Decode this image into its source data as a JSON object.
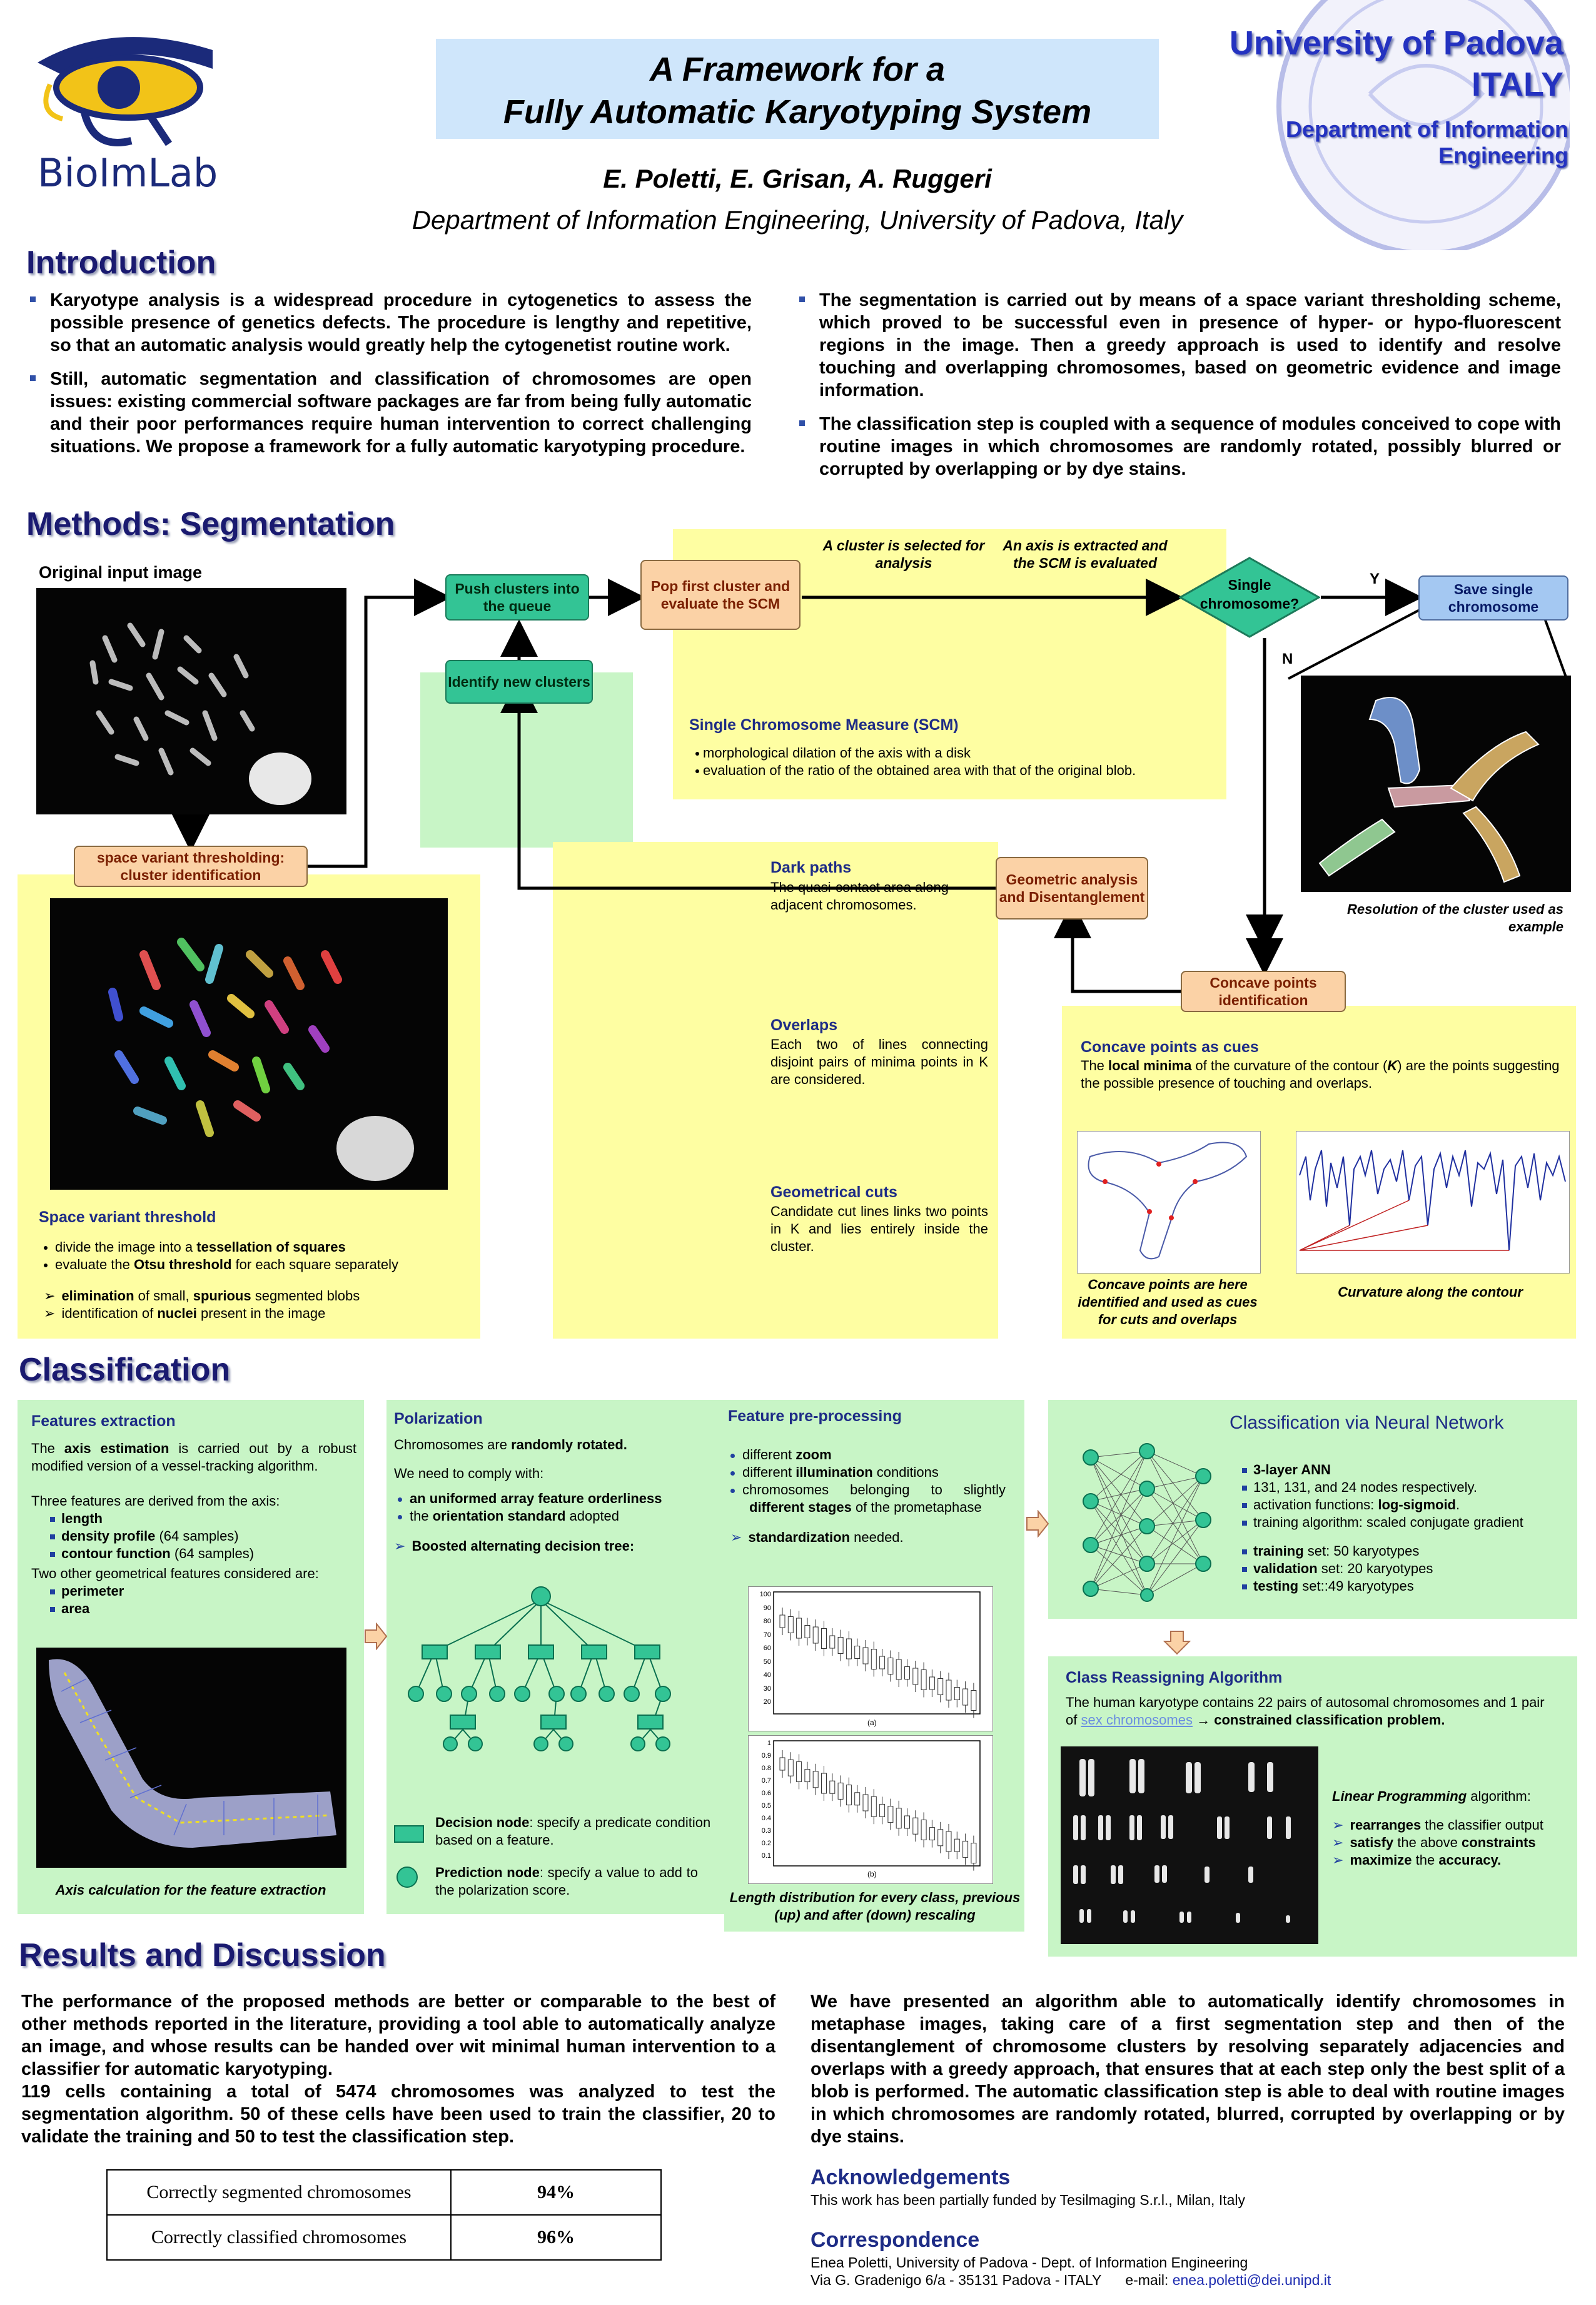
{
  "header": {
    "logo_text": "BioImLab",
    "title_line1": "A Framework for a",
    "title_line2": "Fully Automatic Karyotyping System",
    "authors": "E. Poletti, E. Grisan, A. Ruggeri",
    "affiliation": "Department of Information Engineering, University of Padova, Italy",
    "univ_line1": "University of Padova",
    "univ_line2": "ITALY",
    "univ_dept": "Department of Information Engineering"
  },
  "intro": {
    "title": "Introduction",
    "left": [
      "Karyotype analysis is a widespread procedure in cytogenetics to assess the possible presence of genetics defects. The procedure is lengthy and repetitive, so that an automatic analysis would greatly help the cytogenetist routine work.",
      "Still, automatic segmentation and classification of chromosomes are open issues: existing commercial software packages are far from being fully automatic and their poor performances require human intervention to correct challenging situations. We propose a framework for a fully automatic karyotyping procedure."
    ],
    "right": [
      "The segmentation is carried out by means of a space variant thresholding scheme, which proved to be successful even in presence of hyper- or hypo-fluorescent regions in the image. Then a greedy approach is used to identify and resolve touching and overlapping chromosomes, based on geometric evidence and image information.",
      "The classification step is coupled with a sequence of modules conceived to cope with routine images in which chromosomes are randomly rotated, possibly blurred or corrupted by overlapping or by dye stains."
    ]
  },
  "seg": {
    "title": "Methods: Segmentation",
    "orig_label": "Original input image",
    "svt_box": "space variant thresholding: cluster identification",
    "push_box": "Push clusters into the queue",
    "identify_box": "Identify new clusters",
    "pop_box": "Pop first cluster and evaluate the SCM",
    "note_cluster": "A cluster is selected for analysis",
    "note_axis": "An axis is extracted and the SCM  is evaluated",
    "single_q": "Single chromosome?",
    "yes": "Y",
    "no": "N",
    "save_box": "Save single chromosome",
    "scm_title": "Single Chromosome Measure (SCM)",
    "scm_items": [
      "morphological dilation of the axis with a disk",
      "evaluation of the ratio of the obtained area with that of the original blob."
    ],
    "resolution_cap": "Resolution of the cluster used as example",
    "geo_box": "Geometric analysis and Disentanglement",
    "concave_box": "Concave points identification",
    "dark_title": "Dark paths",
    "dark_text": "The quasi-contact area along adjacent chromosomes.",
    "overlaps_title": "Overlaps",
    "overlaps_text": "Each two of lines connecting disjoint pairs of minima points in K are considered.",
    "cuts_title": "Geometrical cuts",
    "cuts_text": "Candidate cut lines links two points in K and lies entirely inside the cluster.",
    "cues_title": "Concave points as cues",
    "cues_text_a": "The ",
    "cues_text_b": "local minima",
    "cues_text_c": " of the curvature of the contour (",
    "cues_text_d": "K",
    "cues_text_e": ") are the points suggesting the possible presence of touching and overlaps.",
    "concave_cap": "Concave points are here identified and used as cues for cuts and overlaps",
    "curv_cap": "Curvature along the contour",
    "svt_title": "Space variant threshold",
    "svt_item1a": "divide the image into a ",
    "svt_item1b": "tessellation of squares",
    "svt_item2a": "evaluate the ",
    "svt_item2b": "Otsu threshold",
    "svt_item2c": " for each square separately",
    "svt_item3a": "elimination",
    "svt_item3b": " of small, ",
    "svt_item3c": "spurious",
    "svt_item3d": " segmented blobs",
    "svt_item4a": "identification of ",
    "svt_item4b": "nuclei",
    "svt_item4c": " present in the image"
  },
  "cls": {
    "title": "Classification",
    "feat_title": "Features extraction",
    "feat_p1a": "The ",
    "feat_p1b": "axis estimation",
    "feat_p1c": " is carried out by a robust modified version of a vessel-tracking algorithm.",
    "feat_p2": "Three features are derived from the axis:",
    "feat_items": [
      {
        "b": "length",
        "r": ""
      },
      {
        "b": "density profile",
        "r": " (64 samples)"
      },
      {
        "b": "contour function",
        "r": " (64 samples)"
      }
    ],
    "feat_p3": "Two other geometrical features considered are:",
    "feat_items2": [
      "perimeter",
      "area"
    ],
    "axis_cap": "Axis calculation for the feature extraction",
    "pol_title": "Polarization",
    "pol_p1a": "Chromosomes are ",
    "pol_p1b": "randomly rotated.",
    "pol_p2": "We need  to comply with:",
    "pol_items": [
      {
        "a": "",
        "b": "an uniformed array feature orderliness"
      },
      {
        "a": "the ",
        "b": "orientation standard",
        "c": " adopted"
      }
    ],
    "pol_tree": "Boosted alternating decision tree:",
    "dec_node_a": "Decision node",
    "dec_node_b": ": specify a predicate condition based on a feature.",
    "pred_node_a": "Prediction node",
    "pred_node_b": ": specify a value to add to the polarization score.",
    "pre_title": "Feature pre-processing",
    "pre_items": [
      {
        "a": "different ",
        "b": "zoom",
        "c": ""
      },
      {
        "a": "different ",
        "b": "illumination",
        "c": " conditions"
      },
      {
        "a": "chromosomes belonging to slightly ",
        "b": "different stages",
        "c": " of the prometaphase"
      }
    ],
    "pre_std_a": "standardization",
    "pre_std_b": " needed.",
    "len_cap": "Length distribution for every class, previous (up) and after (down) rescaling",
    "nn_title": "Classification via Neural Network",
    "nn_items": [
      {
        "b": "3-layer ANN",
        "r": ""
      },
      {
        "b": "",
        "r": "131, 131, and 24 nodes respectively."
      },
      {
        "b": "",
        "r": "activation functions: ",
        "b2": "log-sigmoid",
        "r2": "."
      },
      {
        "b": "",
        "r": "training algorithm: scaled conjugate gradient"
      }
    ],
    "nn_sets": [
      {
        "b": "training",
        "r": " set: 50 karyotypes"
      },
      {
        "b": "validation",
        "r": " set: 20 karyotypes"
      },
      {
        "b": "testing",
        "r": " set::49 karyotypes"
      }
    ],
    "cra_title": "Class Reassigning Algorithm",
    "cra_p1": "The human karyotype contains 22 pairs of autosomal chromosomes and 1 pair of ",
    "cra_link": "sex chromosomes",
    "cra_p2": " → ",
    "cra_p3": "constrained classification problem.",
    "lp_a": "Linear Programming",
    "lp_b": " algorithm:",
    "lp_items": [
      {
        "b": "rearranges",
        "r": " the classifier output"
      },
      {
        "b": "satisfy",
        "r": " the above ",
        "b2": "constraints"
      },
      {
        "b": "maximize",
        "r": " the ",
        "b2": "accuracy."
      }
    ],
    "ax1_ticks": [
      "100",
      "90",
      "80",
      "70",
      "60",
      "50",
      "40",
      "30",
      "20"
    ],
    "ax2_ticks": [
      "1",
      "0.9",
      "0.8",
      "0.7",
      "0.6",
      "0.5",
      "0.4",
      "0.3",
      "0.2",
      "0.1"
    ],
    "ax_xlabel": "(a)",
    "ax_xlabel2": "(b)"
  },
  "results": {
    "title": "Results and Discussion",
    "left_p1": "The performance of the proposed methods are better or comparable to the best of other methods reported in the literature, providing a tool able to automatically analyze an image, and whose results can be handed over wit minimal human intervention to a classifier for automatic karyotyping.",
    "left_p2": "119 cells containing a total of 5474 chromosomes was analyzed to test the segmentation algorithm. 50 of these cells have been used to train the classifier, 20 to validate the training and 50 to test the classification step.",
    "right_p": "We have presented an algorithm able to automatically identify chromosomes in metaphase images, taking care of a first segmentation step and then of the disentanglement of chromosome clusters by resolving separately adjacencies and overlaps with a greedy approach, that ensures that at each step only the best split of a blob is performed. The automatic classification step is able to deal with routine images in which chromosomes are randomly rotated, blurred, corrupted by overlapping or by dye stains.",
    "table": [
      {
        "label": "Correctly segmented chromosomes",
        "value": "94%"
      },
      {
        "label": "Correctly classified chromosomes",
        "value": "96%"
      }
    ],
    "ack_title": "Acknowledgements",
    "ack_text": "This work has been partially funded by Tesilmaging S.r.l., Milan, Italy",
    "corr_title": "Correspondence",
    "corr_line1": "Enea Poletti, University of Padova - Dept. of Information Engineering",
    "corr_line2": "Via G. Gradenigo 6/a - 35131 Padova - ITALY      e-mail: ",
    "corr_email": "enea.poletti@dei.unipd.it"
  }
}
